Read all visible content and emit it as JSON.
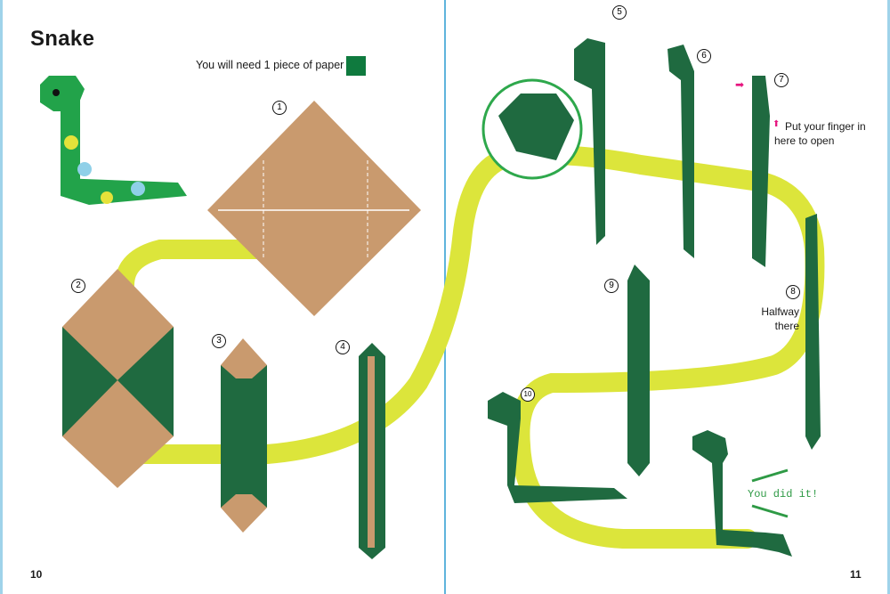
{
  "title": "Snake",
  "materials_note": "You will need 1 piece of paper",
  "paper_color": "#0f7a3e",
  "steps": [
    "1",
    "2",
    "3",
    "4",
    "5",
    "6",
    "7",
    "8",
    "9",
    "10"
  ],
  "step7_note": "Put your finger in here to open",
  "step8_note": "Halfway there",
  "finish_note": "You did it!",
  "page_numbers": {
    "left": "10",
    "right": "11"
  },
  "colors": {
    "path": "#dce53b",
    "paper_back": "#c99a6e",
    "paper_front": "#1f6a40",
    "accent": "#e6157f",
    "arrow": "#3ab6dd"
  }
}
